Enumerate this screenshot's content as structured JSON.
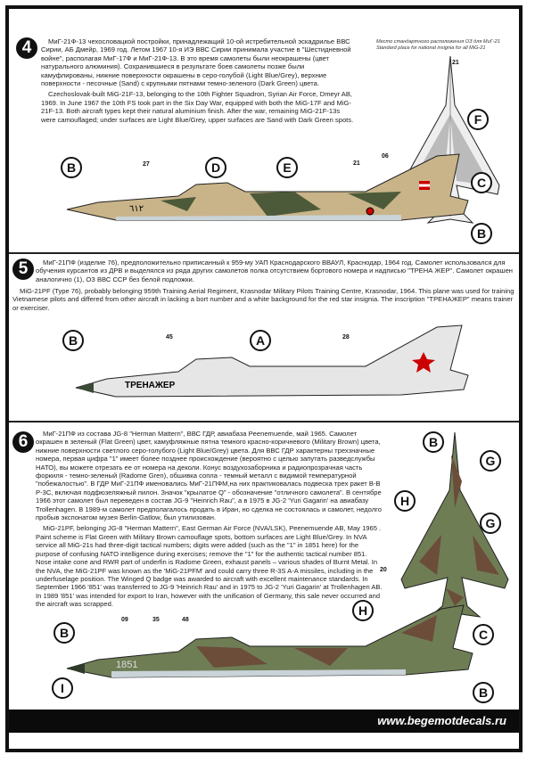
{
  "section4": {
    "badge": "4",
    "text_ru": "МиГ-21Ф-13 чехословацкой постройки, принадлежащий 10-ой истребительной эскадрилье ВВС Сирии, АБ Дмейр, 1969 год. Летом 1967 10-я ИЭ ВВС Сирии принимала участие в \"Шестидневной войне\", располагая МиГ-17Ф и МиГ-21Ф-13. В это время самолеты были неокрашены (цвет натурального алюминия). Сохранившиеся в результате боев самолеты позже были камуфлированы, нижние поверхности окрашены в серо-голубой (Light Blue/Grey), верхние поверхности - песочные (Sand) с крупными пятнами темно-зеленого (Dark Green) цвета.",
    "text_en": "Czechoslovak-built MiG-21F-13, belonging to the 10th Fighter Squadron, Syrian Air Force, Dmeyr AB, 1969. In June 1967 the 10th FS took part in the Six Day War, equipped with both the MiG-17F and MiG-21F-13. Both aircraft types kept their natural aluminium finish. After the war, remaining MiG-21F-13s were camouflaged; under surfaces are Light Blue/Grey, upper surfaces are Sand with Dark Green spots.",
    "insignia_note_ru": "Место стандартного расположения ОЗ для МиГ-21",
    "insignia_note_en": "Standard place for national insignia for all MiG-21",
    "callouts": [
      "B",
      "D",
      "E",
      "F",
      "C",
      "B"
    ],
    "numbers": [
      "27",
      "21",
      "06",
      "21"
    ],
    "tail_code": "٦١٢"
  },
  "section5": {
    "badge": "5",
    "text_ru": "МиГ-21ПФ (изделие 76), предположительно приписанный к 959-му УАП Краснодарского ВВАУЛ, Краснодар, 1964 год. Самолет использовался для обучения курсантов из ДРВ и выделялся из ряда других самолетов полка отсутствием бортового номера и надписью \"ТРЕНА ЖЕР\". Самолет окрашен аналогично (1), ОЗ ВВС ССР без белой подложки.",
    "text_en": "MiG-21PF (Type 76), probably belonging 959th Training Aerial Regiment, Krasnodar Military Pilots Training Centre, Krasnodar, 1964. This plane was used for training Vietnamese pilots and differed from other aircraft in lacking a bort number and a white background for the red star insignia. The inscription \"ТРЕНАЖЕР\" means trainer or exerciser.",
    "callouts": [
      "B",
      "A"
    ],
    "numbers": [
      "45",
      "28"
    ],
    "nose_inscription": "ТРЕНАЖЕР"
  },
  "section6": {
    "badge": "6",
    "text_ru": "МиГ-21ПФ из состава JG-8 \"Herman Mattern\", ВВС ГДР, авиабаза Peenemuende, май 1965. Самолет окрашен в зеленый (Flat Green) цвет, камуфляжные пятна темного красно-коричневого (Military Brown) цвета, нижние поверхности светлого серо-голубого (Light Blue/Grey) цвета. Для ВВС ГДР характерны трехзначные номера, первая цифра \"1\" имеет более позднее происхождение (вероятно с целью запутать разведслужбы НАТО), вы можете отрезать ее от номера на деколи. Конус воздухозаборника и радиопрозрачная часть форкиля - темно-зеленый (Radome Gren), обшивка сопла - темный металл с видимой температурной \"побежалостью\". В ГДР МиГ-21ПФ именовались МиГ-21ПФМ,на них практиковалась подвеска трех ракет В-В Р-3С, включая подфюзеляжный пилон. Значок \"крылатое Q\" - обозначение \"отличного самолета\". В сентябре 1966 этот самолет был переведен в состав JG-9 \"Heinrich Rau\", а в 1975 в JG-2 'Yuri Gagarin' на авиабазу Trollenhagen. В 1989-м самолет предполагалось продать в Иран, но сделка не состоялась и самолет, недолго пробыв экспонатом музея Berlin-Gatlow, был утилизован.",
    "text_en": "MiG-21PF, belonging JG-8 \"Herman Mattern\", East German Air Force (NVA/LSK), Peenemuende AB, May 1965 . Paint scheme is Flat Green with Military Brown camouflage spots, bottom surfaces are Light Blue/Grey. In NVA service all MiG-21s had three-digit tactical numbers; digits were added (such as the \"1\" in 1851 here) for the purpose of confusing NATO intelligence during exercises; remove the \"1\" for the authentic tactical number 851. Nose intake cone and RWR part of underfin is Radome Green, exhaust panels – various shades of Burnt Metal. In the NVA, the MiG-21PF was known as the 'MiG-21PFM' and could carry three R-3S A-A missiles, including in the underfuselage position. The Winged Q badge was awarded to aircraft with excellent maintenance standards. In September 1966 '851' was transferred to JG-9 'Heinrich Rau' and in 1975 to JG-2 'Yuri Gagarin' at Trollenhagen AB. In 1989 '851' was intended for export to Iran, however with the unification of Germany, this sale never occurred and the aircraft was scrapped.",
    "callouts": [
      "B",
      "G",
      "H",
      "G",
      "H",
      "C",
      "B",
      "B",
      "I"
    ],
    "numbers": [
      "20",
      "09",
      "35",
      "48"
    ],
    "tactical_number": "1851"
  },
  "footer": {
    "url": "www.begemotdecals.ru"
  },
  "colors": {
    "sand": "#c9b48a",
    "dark_green": "#4d5a3a",
    "light_blue_grey": "#c9d3d8",
    "flat_green": "#6f7d55",
    "military_brown": "#6b4d3a",
    "aluminium": "#e2e2e2"
  }
}
